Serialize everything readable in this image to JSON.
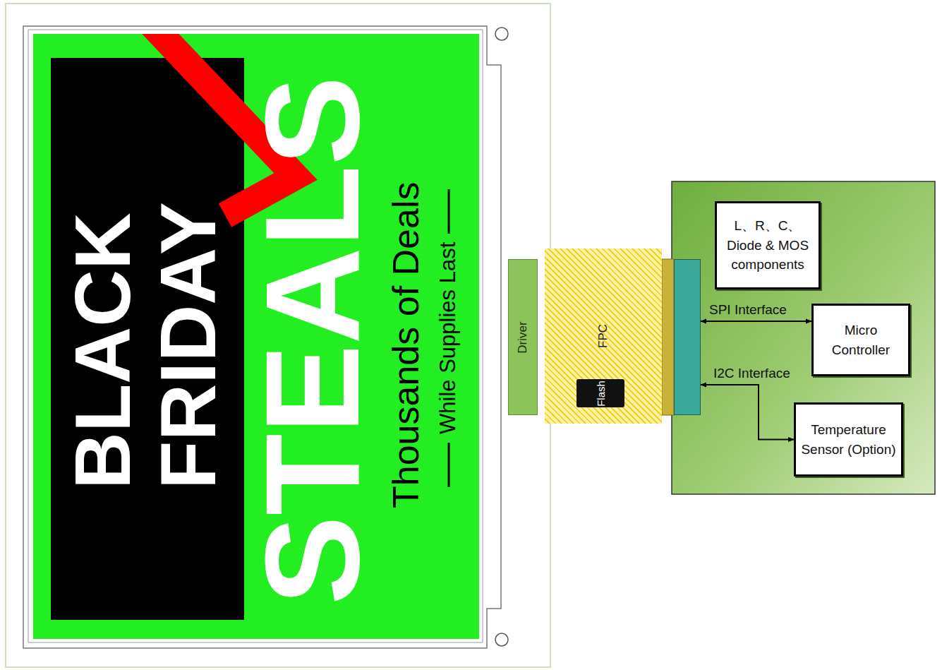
{
  "diagram": {
    "nodes": [
      {
        "text": [
          "STEALS",
          "Thousands of Deals",
          "While Supplies Last"
        ]
      },
      {
        "text": [
          "BLACK FRIDAY"
        ],
        "in": 0
      },
      {
        "text": [
          "Driver"
        ]
      },
      {
        "text": [
          "FPC"
        ]
      },
      {
        "text": [
          "Flash"
        ],
        "in": 3
      },
      {
        "text": []
      },
      {
        "text": [
          "L、R、C、 Diode & MOS components"
        ]
      },
      {
        "text": [
          "Micro Controller"
        ]
      },
      {
        "text": [
          "Temperature Sensor (Option)"
        ]
      }
    ],
    "edges": [
      {
        "from": 5,
        "to": 7,
        "label": "SPI Interface",
        "arrow": "both"
      },
      {
        "from": 5,
        "to": 8,
        "label": "I2C Interface",
        "arrow": "both"
      }
    ]
  }
}
